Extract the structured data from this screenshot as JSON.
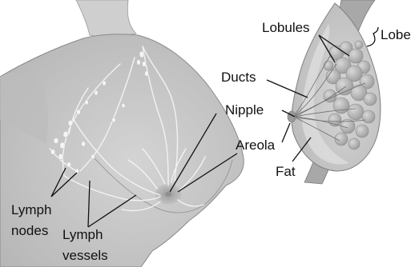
{
  "labels": {
    "lobules": "Lobules",
    "lobe": "Lobe",
    "ducts": "Ducts",
    "nipple": "Nipple",
    "areola": "Areola",
    "fat": "Fat",
    "lymph_nodes_line1": "Lymph",
    "lymph_nodes_line2": "nodes",
    "lymph_vessels_line1": "Lymph",
    "lymph_vessels_line2": "vessels"
  },
  "colors": {
    "skin": "#c9c9c9",
    "skin_shadow": "#a9a9a9",
    "outline": "#8a8a8a",
    "lymph": "#f2f2f2",
    "lobule": "#b3b3b3",
    "fat_area": "#d6d6d6",
    "leader": "#111111"
  }
}
